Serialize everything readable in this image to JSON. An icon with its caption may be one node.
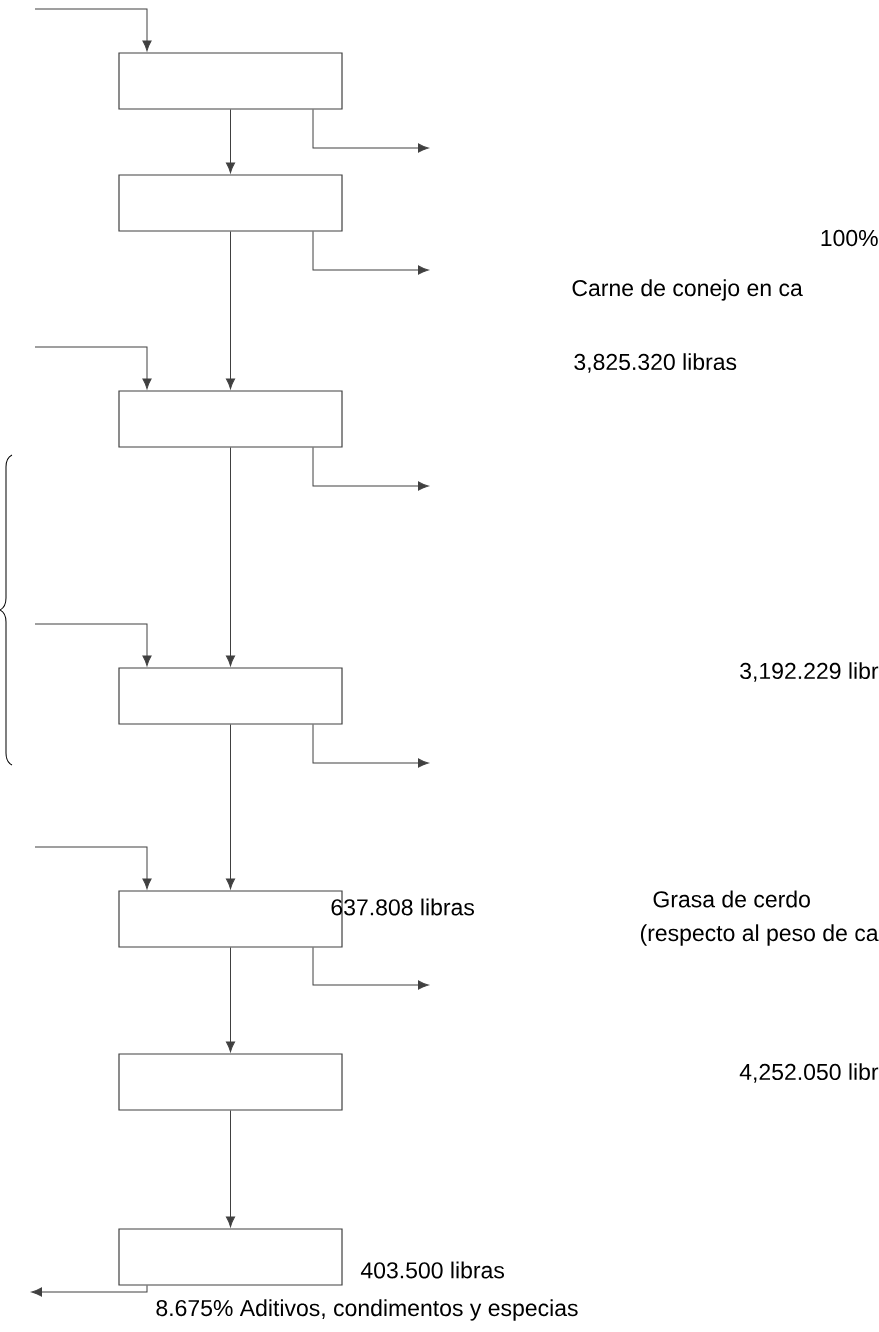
{
  "diagram": {
    "nodes": [
      {
        "text": [],
        "shape": "box"
      },
      {
        "text": [],
        "shape": "box"
      },
      {
        "text": [],
        "shape": "box"
      },
      {
        "text": [],
        "shape": "box"
      },
      {
        "text": [],
        "shape": "box"
      },
      {
        "text": [],
        "shape": "box"
      },
      {
        "text": [],
        "shape": "box"
      }
    ],
    "edges": [
      {
        "from": null,
        "to": 0,
        "arrow": "to"
      },
      {
        "from": 0,
        "to": 1,
        "arrow": "to"
      },
      {
        "from": 0,
        "to": null,
        "arrow": "to"
      },
      {
        "from": 1,
        "to": 2,
        "arrow": "to"
      },
      {
        "from": 1,
        "to": null,
        "arrow": "to"
      },
      {
        "from": null,
        "to": 2,
        "arrow": "to"
      },
      {
        "from": 2,
        "to": 3,
        "arrow": "to"
      },
      {
        "from": 2,
        "to": null,
        "arrow": "to"
      },
      {
        "from": null,
        "to": 3,
        "arrow": "to"
      },
      {
        "from": 3,
        "to": 4,
        "arrow": "to"
      },
      {
        "from": 3,
        "to": null,
        "arrow": "to"
      },
      {
        "from": null,
        "to": 4,
        "arrow": "to"
      },
      {
        "from": 4,
        "to": 5,
        "arrow": "to"
      },
      {
        "from": 4,
        "to": null,
        "arrow": "to"
      },
      {
        "from": 5,
        "to": 6,
        "arrow": "to"
      },
      {
        "from": 6,
        "to": null,
        "arrow": "to"
      }
    ],
    "labels": [
      "100%",
      "Carne de conejo en ca",
      "3,825.320 libras",
      "3,192.229 libr",
      "637.808 libras",
      "Grasa de cerdo",
      "(respecto al peso de ca",
      "4,252.050 libr",
      "403.500 libras",
      "8.675% Aditivos, condimentos y especias"
    ]
  }
}
